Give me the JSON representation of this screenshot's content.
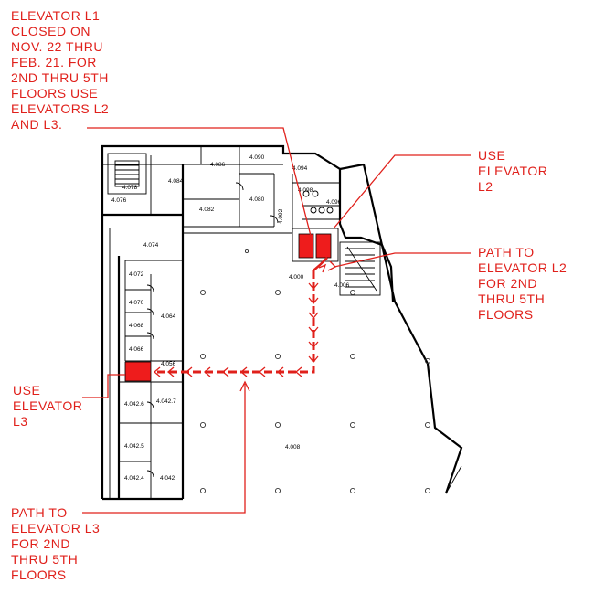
{
  "annotations": {
    "closed_notice": [
      "ELEVATOR L1",
      "CLOSED ON",
      "NOV. 22 THRU",
      "FEB. 21. FOR",
      "2ND THRU 5TH",
      "FLOORS USE",
      "ELEVATORS L2",
      "AND L3."
    ],
    "use_l2": [
      "USE",
      "ELEVATOR",
      "L2"
    ],
    "path_l2": [
      "PATH TO",
      "ELEVATOR L2",
      "FOR 2ND",
      "THRU 5TH",
      "FLOORS"
    ],
    "use_l3": [
      "USE",
      "ELEVATOR",
      "L3"
    ],
    "path_l3": [
      "PATH TO",
      "ELEVATOR L3",
      "FOR 2ND",
      "THRU 5TH",
      "FLOORS"
    ]
  },
  "rooms": {
    "r4078": "4.078",
    "r4076": "4.076",
    "r4084": "4.084",
    "r4086": "4.086",
    "r4090": "4.090",
    "r4094": "4.094",
    "r4096": "4.096",
    "r4098": "4.098",
    "r4080": "4.080",
    "r4082": "4.082",
    "r4092": "4.092",
    "r4074": "4.074",
    "r4000": "4.000",
    "r4006": "4.006",
    "r4072": "4.072",
    "r4070": "4.070",
    "r4064": "4.064",
    "r4068": "4.068",
    "r4066": "4.066",
    "r4056": "4.056",
    "r4042_6": "4.042.6",
    "r4042_7": "4.042.7",
    "r4042_5": "4.042.5",
    "r4042_4": "4.042.4",
    "r4042": "4.042",
    "r4008": "4.008"
  },
  "colors": {
    "annotation": "#e0201b",
    "elevator_fill": "#ee1c1c",
    "walls": "#000000"
  }
}
